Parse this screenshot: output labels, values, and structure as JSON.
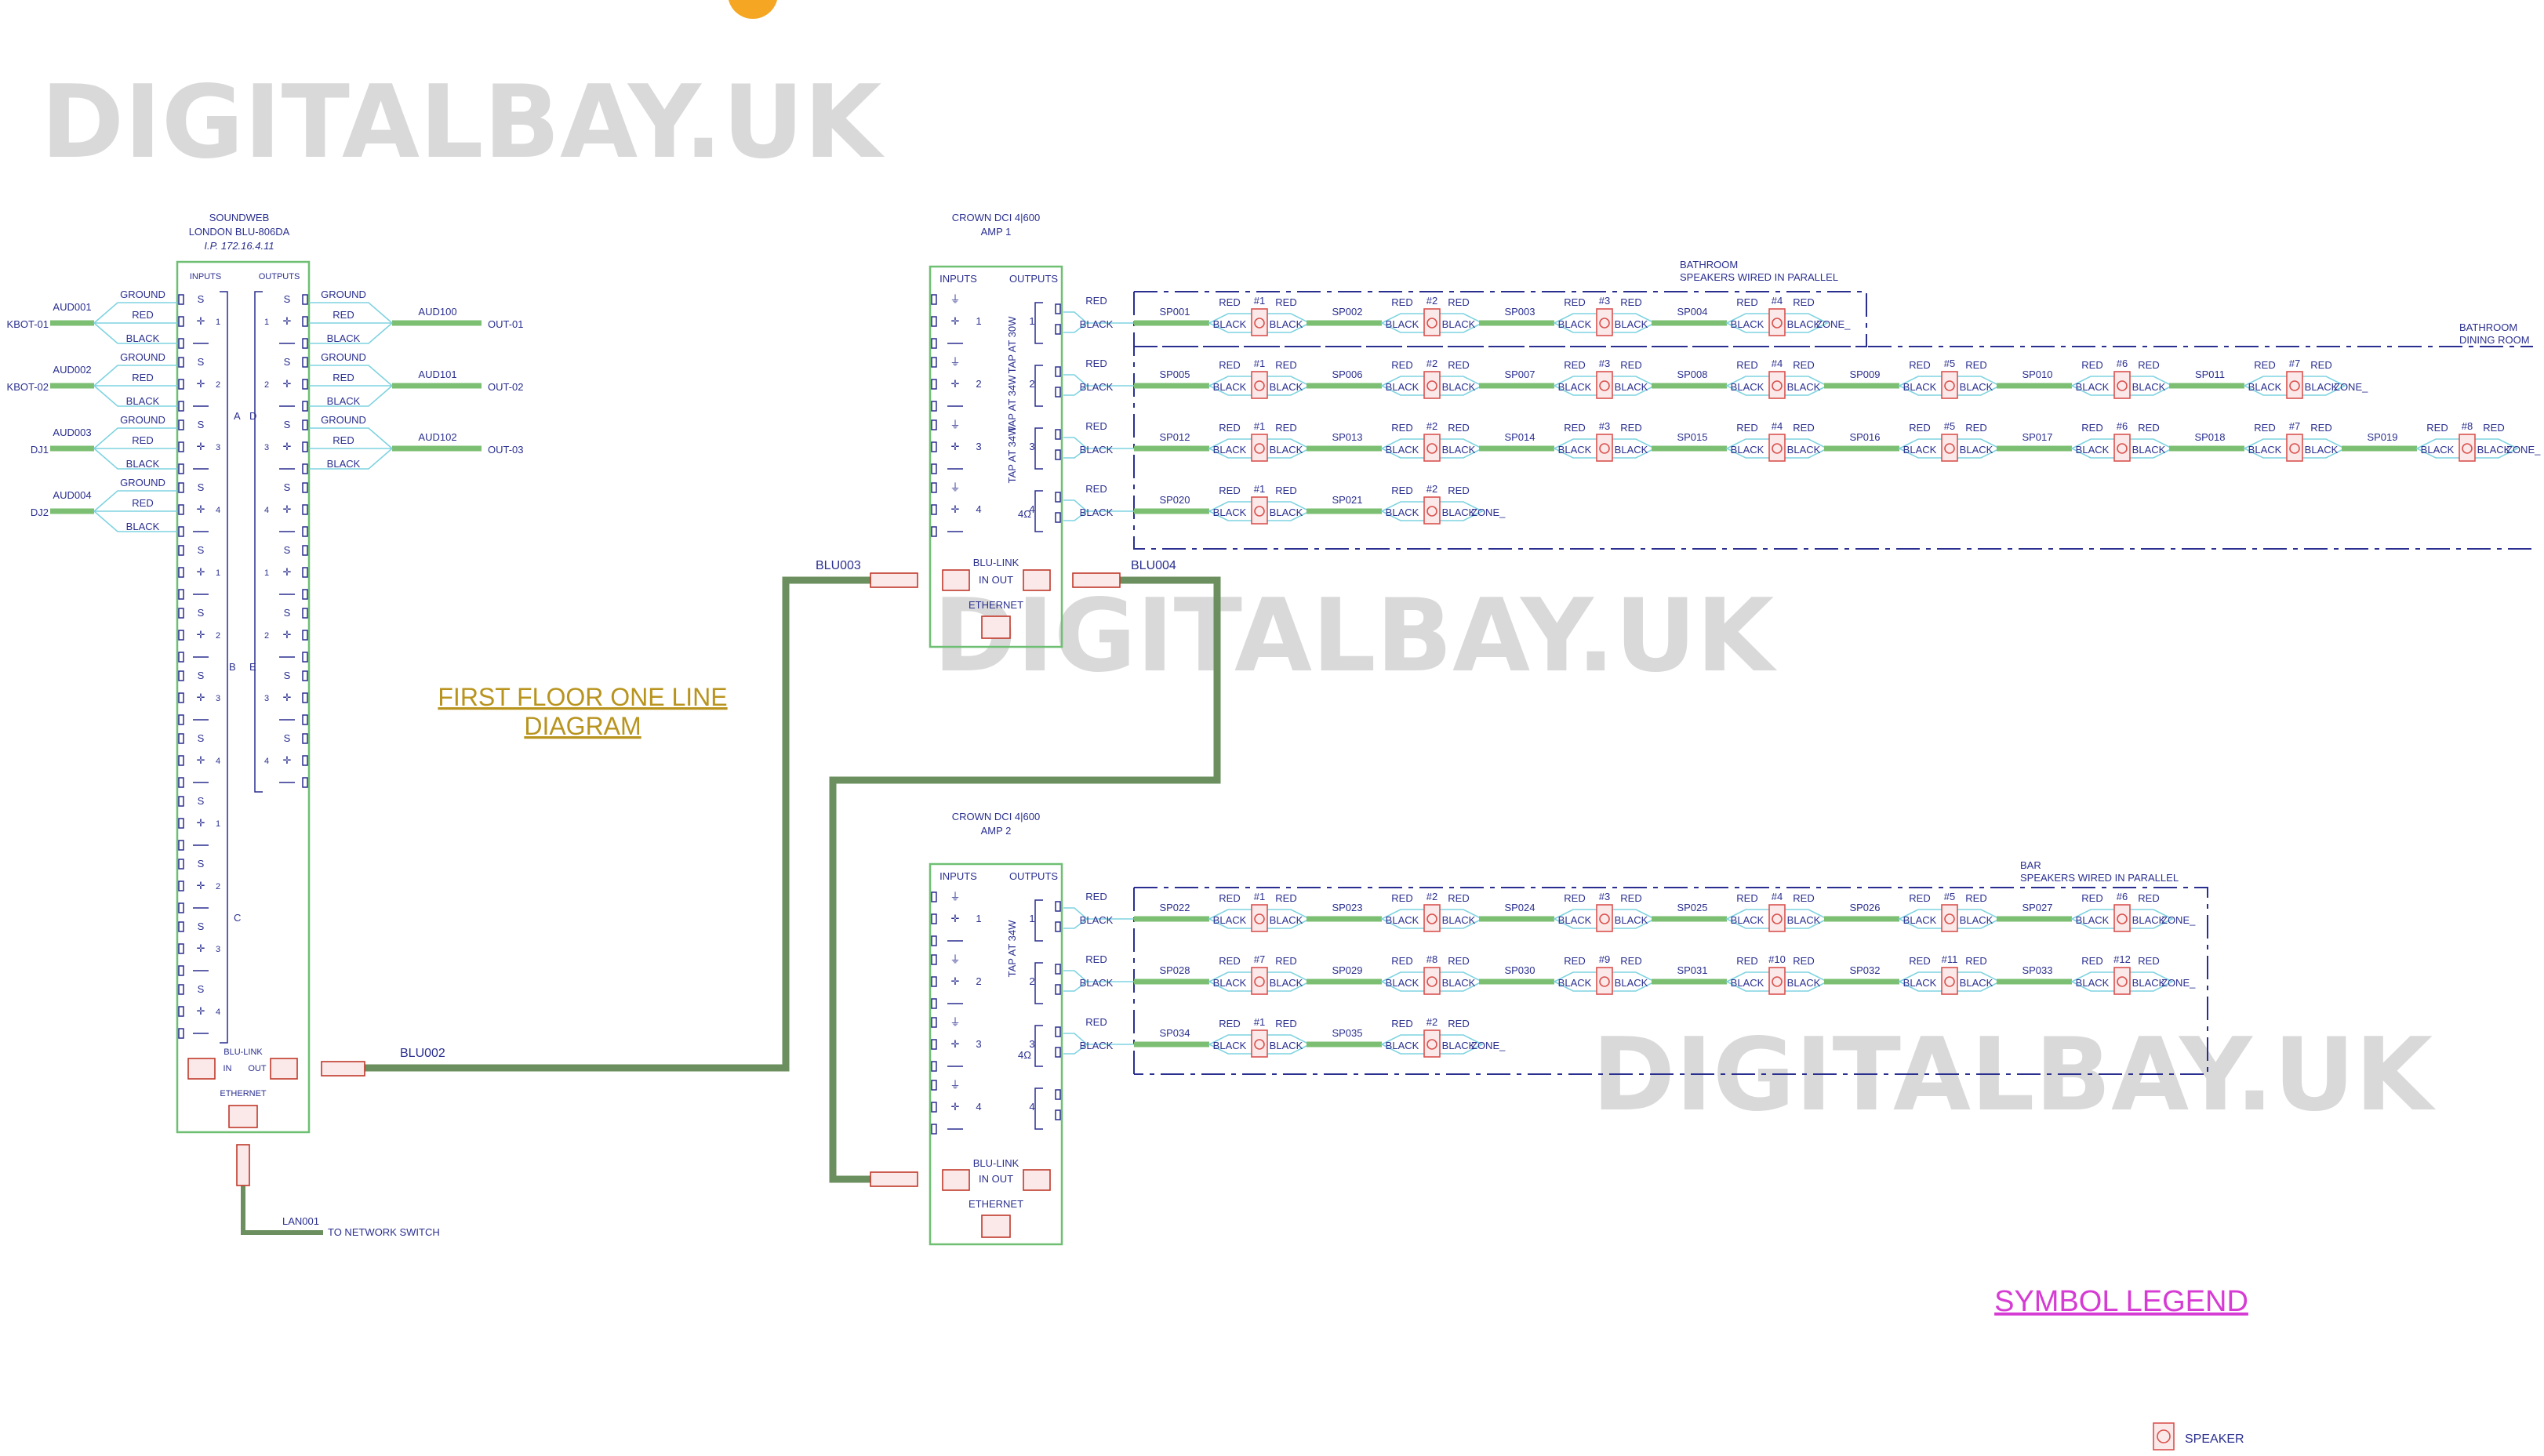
{
  "watermark": "DIGITALBAY.UK",
  "title": [
    "FIRST FLOOR ONE LINE",
    "DIAGRAM"
  ],
  "soundweb": {
    "label": [
      "SOUNDWEB",
      "LONDON BLU-806DA",
      "I.P. 172.16.4.11"
    ],
    "inputs": "INPUTS",
    "outputs": "OUTPUTS",
    "blulink": "BLU-LINK",
    "in": "IN",
    "out": "OUT",
    "ethernet": "ETHERNET",
    "bank_letters": [
      "A",
      "B",
      "C",
      "D",
      "E"
    ],
    "s": "S",
    "in_sources": [
      {
        "src": "KBOT-01",
        "cable": "AUD001"
      },
      {
        "src": "KBOT-02",
        "cable": "AUD002"
      },
      {
        "src": "DJ1",
        "cable": "AUD003"
      },
      {
        "src": "DJ2",
        "cable": "AUD004"
      }
    ],
    "out_dests": [
      {
        "dest": "OUT-01",
        "cable": "AUD100"
      },
      {
        "dest": "OUT-02",
        "cable": "AUD101"
      },
      {
        "dest": "OUT-03",
        "cable": "AUD102"
      }
    ],
    "channels": [
      "1",
      "2",
      "3",
      "4"
    ]
  },
  "wire_labels": {
    "ground": "GROUND",
    "red": "RED",
    "black": "BLACK"
  },
  "amp1": {
    "label": [
      "CROWN DCI 4|600",
      "AMP 1"
    ],
    "inputs": "INPUTS",
    "outputs": "OUTPUTS",
    "taps": [
      "TAP AT 30W",
      "TAP AT 34W",
      "TAP AT 34W"
    ],
    "ohm": "4Ω",
    "blulink": "BLU-LINK",
    "inout": "IN OUT",
    "ethernet": "ETHERNET",
    "zone_note": [
      "BATHROOM",
      "SPEAKERS WIRED IN PARALLEL"
    ],
    "right_note": [
      "BATHROOM",
      "DINING ROOM"
    ]
  },
  "amp2": {
    "label": [
      "CROWN DCI 4|600",
      "AMP 2"
    ],
    "inputs": "INPUTS",
    "outputs": "OUTPUTS",
    "tap": "TAP AT 34W",
    "ohm": "4Ω",
    "blulink": "BLU-LINK",
    "inout": "IN OUT",
    "ethernet": "ETHERNET",
    "zone_note": [
      "BAR",
      "SPEAKERS WIRED IN PARALLEL"
    ]
  },
  "zone_label": "ZONE_",
  "speaker_rows": [
    {
      "segments": [
        "SP001",
        "SP002",
        "SP003",
        "SP004"
      ],
      "nums": [
        "#1",
        "#2",
        "#3",
        "#4"
      ]
    },
    {
      "segments": [
        "SP005",
        "SP006",
        "SP007",
        "SP008",
        "SP009",
        "SP010",
        "SP011"
      ],
      "nums": [
        "#1",
        "#2",
        "#3",
        "#4",
        "#5",
        "#6",
        "#7"
      ]
    },
    {
      "segments": [
        "SP012",
        "SP013",
        "SP014",
        "SP015",
        "SP016",
        "SP017",
        "SP018",
        "SP019"
      ],
      "nums": [
        "#1",
        "#2",
        "#3",
        "#4",
        "#5",
        "#6",
        "#7",
        "#8"
      ]
    },
    {
      "segments": [
        "SP020",
        "SP021"
      ],
      "nums": [
        "#1",
        "#2"
      ]
    },
    {
      "segments": [
        "SP022",
        "SP023",
        "SP024",
        "SP025",
        "SP026",
        "SP027"
      ],
      "nums": [
        "#1",
        "#2",
        "#3",
        "#4",
        "#5",
        "#6"
      ]
    },
    {
      "segments": [
        "SP028",
        "SP029",
        "SP030",
        "SP031",
        "SP032",
        "SP033"
      ],
      "nums": [
        "#7",
        "#8",
        "#9",
        "#10",
        "#11",
        "#12"
      ]
    },
    {
      "segments": [
        "SP034",
        "SP035"
      ],
      "nums": [
        "#1",
        "#2"
      ]
    }
  ],
  "cables": {
    "blu002": "BLU002",
    "blu003": "BLU003",
    "blu004": "BLU004",
    "lan001": "LAN001",
    "to_switch": "TO NETWORK SWITCH"
  },
  "legend": {
    "title": "SYMBOL LEGEND",
    "speaker": "SPEAKER"
  }
}
